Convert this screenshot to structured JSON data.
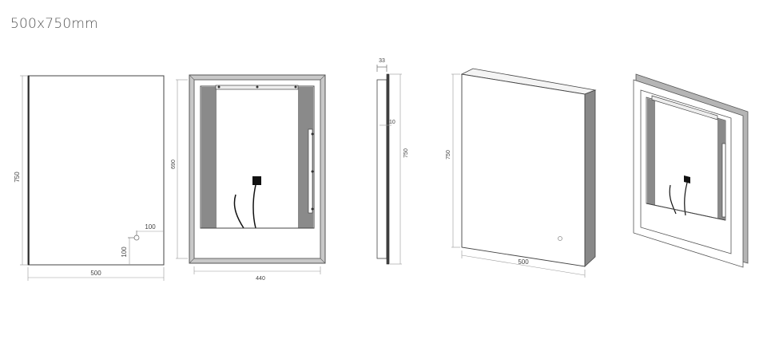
{
  "title": "500x750mm",
  "views": {
    "front": {
      "width_label": "500",
      "height_label": "750",
      "switch_x_label": "100",
      "switch_y_label": "100"
    },
    "open_interior": {
      "height_label": "690",
      "width_label": "440"
    },
    "side": {
      "depth_label": "33",
      "frame_label": "10",
      "height_label": "750"
    },
    "perspective_closed": {
      "height_label": "750",
      "width_label": "500"
    },
    "perspective_open": {}
  }
}
